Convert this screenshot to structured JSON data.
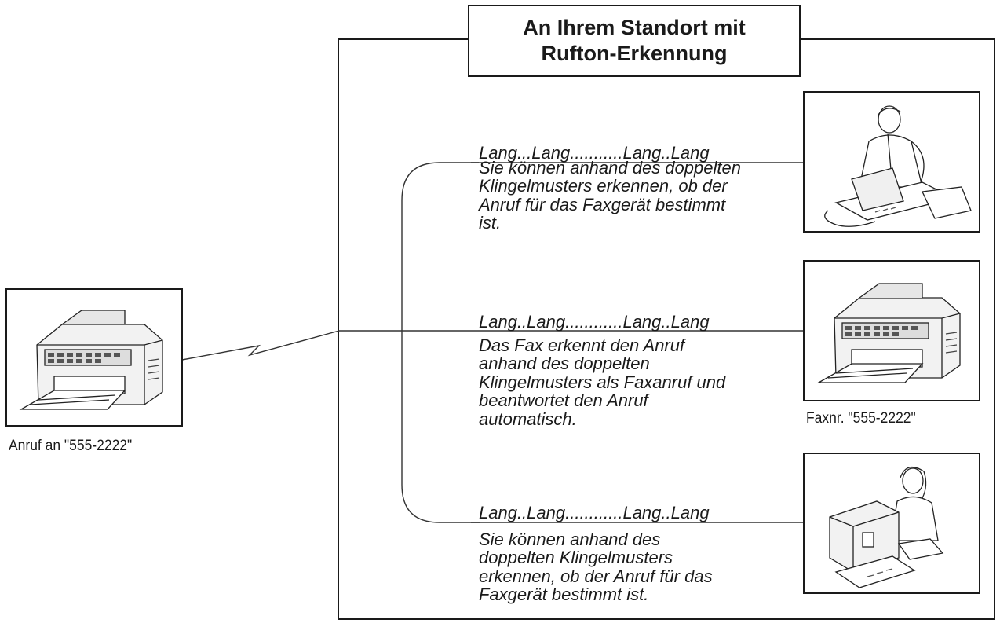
{
  "title": {
    "line1": "An Ihrem Standort mit",
    "line2": "Rufton-Erkennung"
  },
  "sender": {
    "caption": "Anruf an \"555-2222\"",
    "icon": "fax-machine-icon"
  },
  "destinations": [
    {
      "ring_pattern": "Lang...Lang...........Lang..Lang",
      "description": [
        "Sie können anhand des doppelten",
        "Klingelmusters erkennen, ob der",
        "Anruf für das Faxgerät bestimmt",
        "ist."
      ],
      "icon": "man-at-laptop-icon"
    },
    {
      "ring_pattern": "Lang..Lang............Lang..Lang",
      "description": [
        "Das Fax erkennt den Anruf",
        "anhand des doppelten",
        "Klingelmusters als Faxanruf und",
        "beantwortet den Anruf",
        "automatisch."
      ],
      "icon": "fax-machine-icon",
      "caption": "Faxnr. \"555-2222\""
    },
    {
      "ring_pattern": "Lang..Lang............Lang..Lang",
      "description": [
        "Sie können anhand des",
        "doppelten Klingelmusters",
        "erkennen, ob der Anruf für das",
        "Faxgerät bestimmt ist."
      ],
      "icon": "woman-at-computer-icon"
    }
  ]
}
